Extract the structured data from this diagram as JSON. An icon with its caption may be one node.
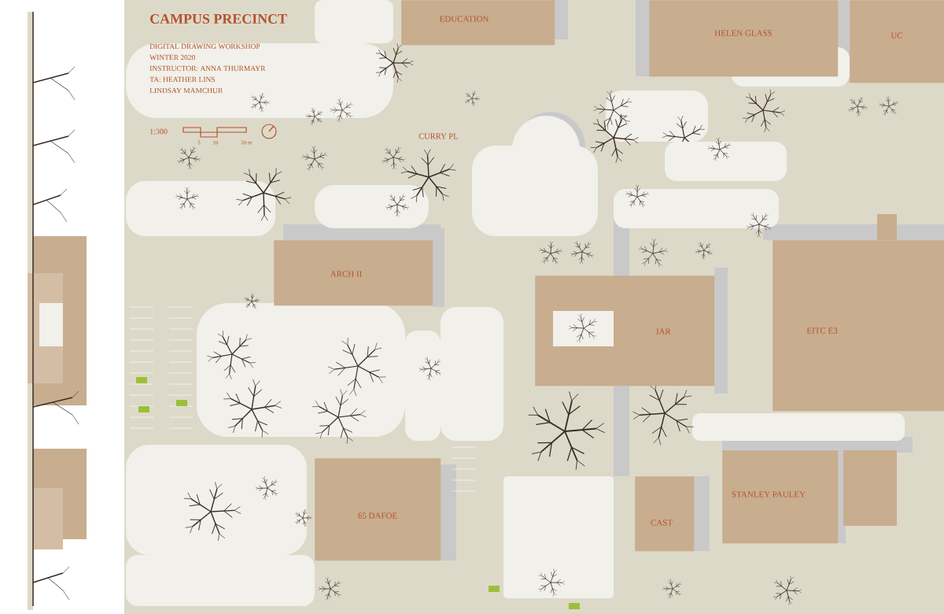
{
  "diagram": {
    "title": "CAMPUS PRECINCT",
    "nodes": [
      {
        "text": [
          "EDUCATION"
        ]
      },
      {
        "text": [
          "HELEN GLASS"
        ]
      },
      {
        "text": [
          "UC"
        ]
      },
      {
        "text": [
          "ARCH II"
        ]
      },
      {
        "text": [
          "JAR"
        ]
      },
      {
        "text": [
          "EITC E3"
        ]
      },
      {
        "text": [
          "STANLEY PAULEY"
        ]
      },
      {
        "text": [
          "65 DAFOE"
        ]
      },
      {
        "text": [
          "CAST"
        ]
      }
    ],
    "labels": [
      "DIGITAL DRAWING WORKSHOP",
      "WINTER 2020",
      "INSTRUCTOR: ANNA THURMAYR",
      "TA: HEATHER LINS",
      "LINDSAY MAMCHUR",
      "1:300",
      "5",
      "10",
      "20 m",
      "CURRY PL"
    ]
  }
}
